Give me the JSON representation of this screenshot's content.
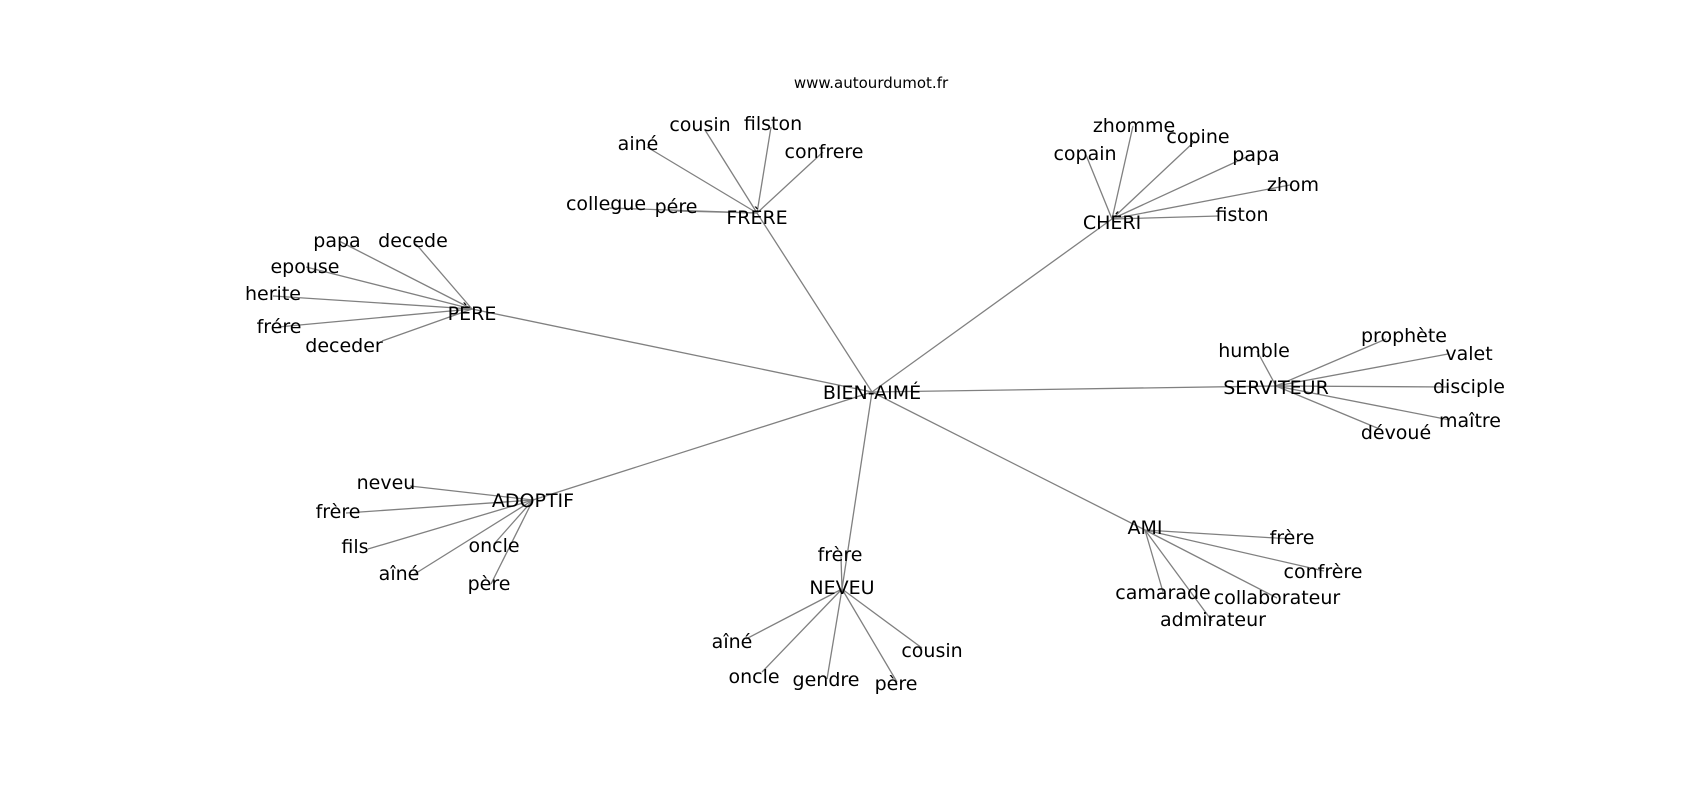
{
  "watermark": "www.autourdumot.fr",
  "colors": {
    "edge": "#808080",
    "text": "#000000",
    "background": "#ffffff"
  },
  "graph": {
    "center": "BIEN-AIMÉ",
    "hubs": [
      {
        "label": "FRÈRE",
        "leaves": [
          "ainé",
          "cousin",
          "filston",
          "confrere",
          "collegue",
          "pére"
        ]
      },
      {
        "label": "CHÉRI",
        "leaves": [
          "zhomme",
          "copine",
          "copain",
          "papa",
          "zhom",
          "fiston"
        ]
      },
      {
        "label": "PÈRE",
        "leaves": [
          "papa",
          "decede",
          "epouse",
          "herite",
          "frére",
          "deceder"
        ]
      },
      {
        "label": "SERVITEUR",
        "leaves": [
          "prophète",
          "humble",
          "valet",
          "disciple",
          "maître",
          "dévoué"
        ]
      },
      {
        "label": "ADOPTIF",
        "leaves": [
          "neveu",
          "frère",
          "fils",
          "oncle",
          "aîné",
          "père"
        ]
      },
      {
        "label": "NEVEU",
        "leaves": [
          "frère",
          "aîné",
          "cousin",
          "oncle",
          "gendre",
          "père"
        ]
      },
      {
        "label": "AMI",
        "leaves": [
          "frère",
          "confrère",
          "camarade",
          "collaborateur",
          "admirateur"
        ]
      }
    ]
  }
}
